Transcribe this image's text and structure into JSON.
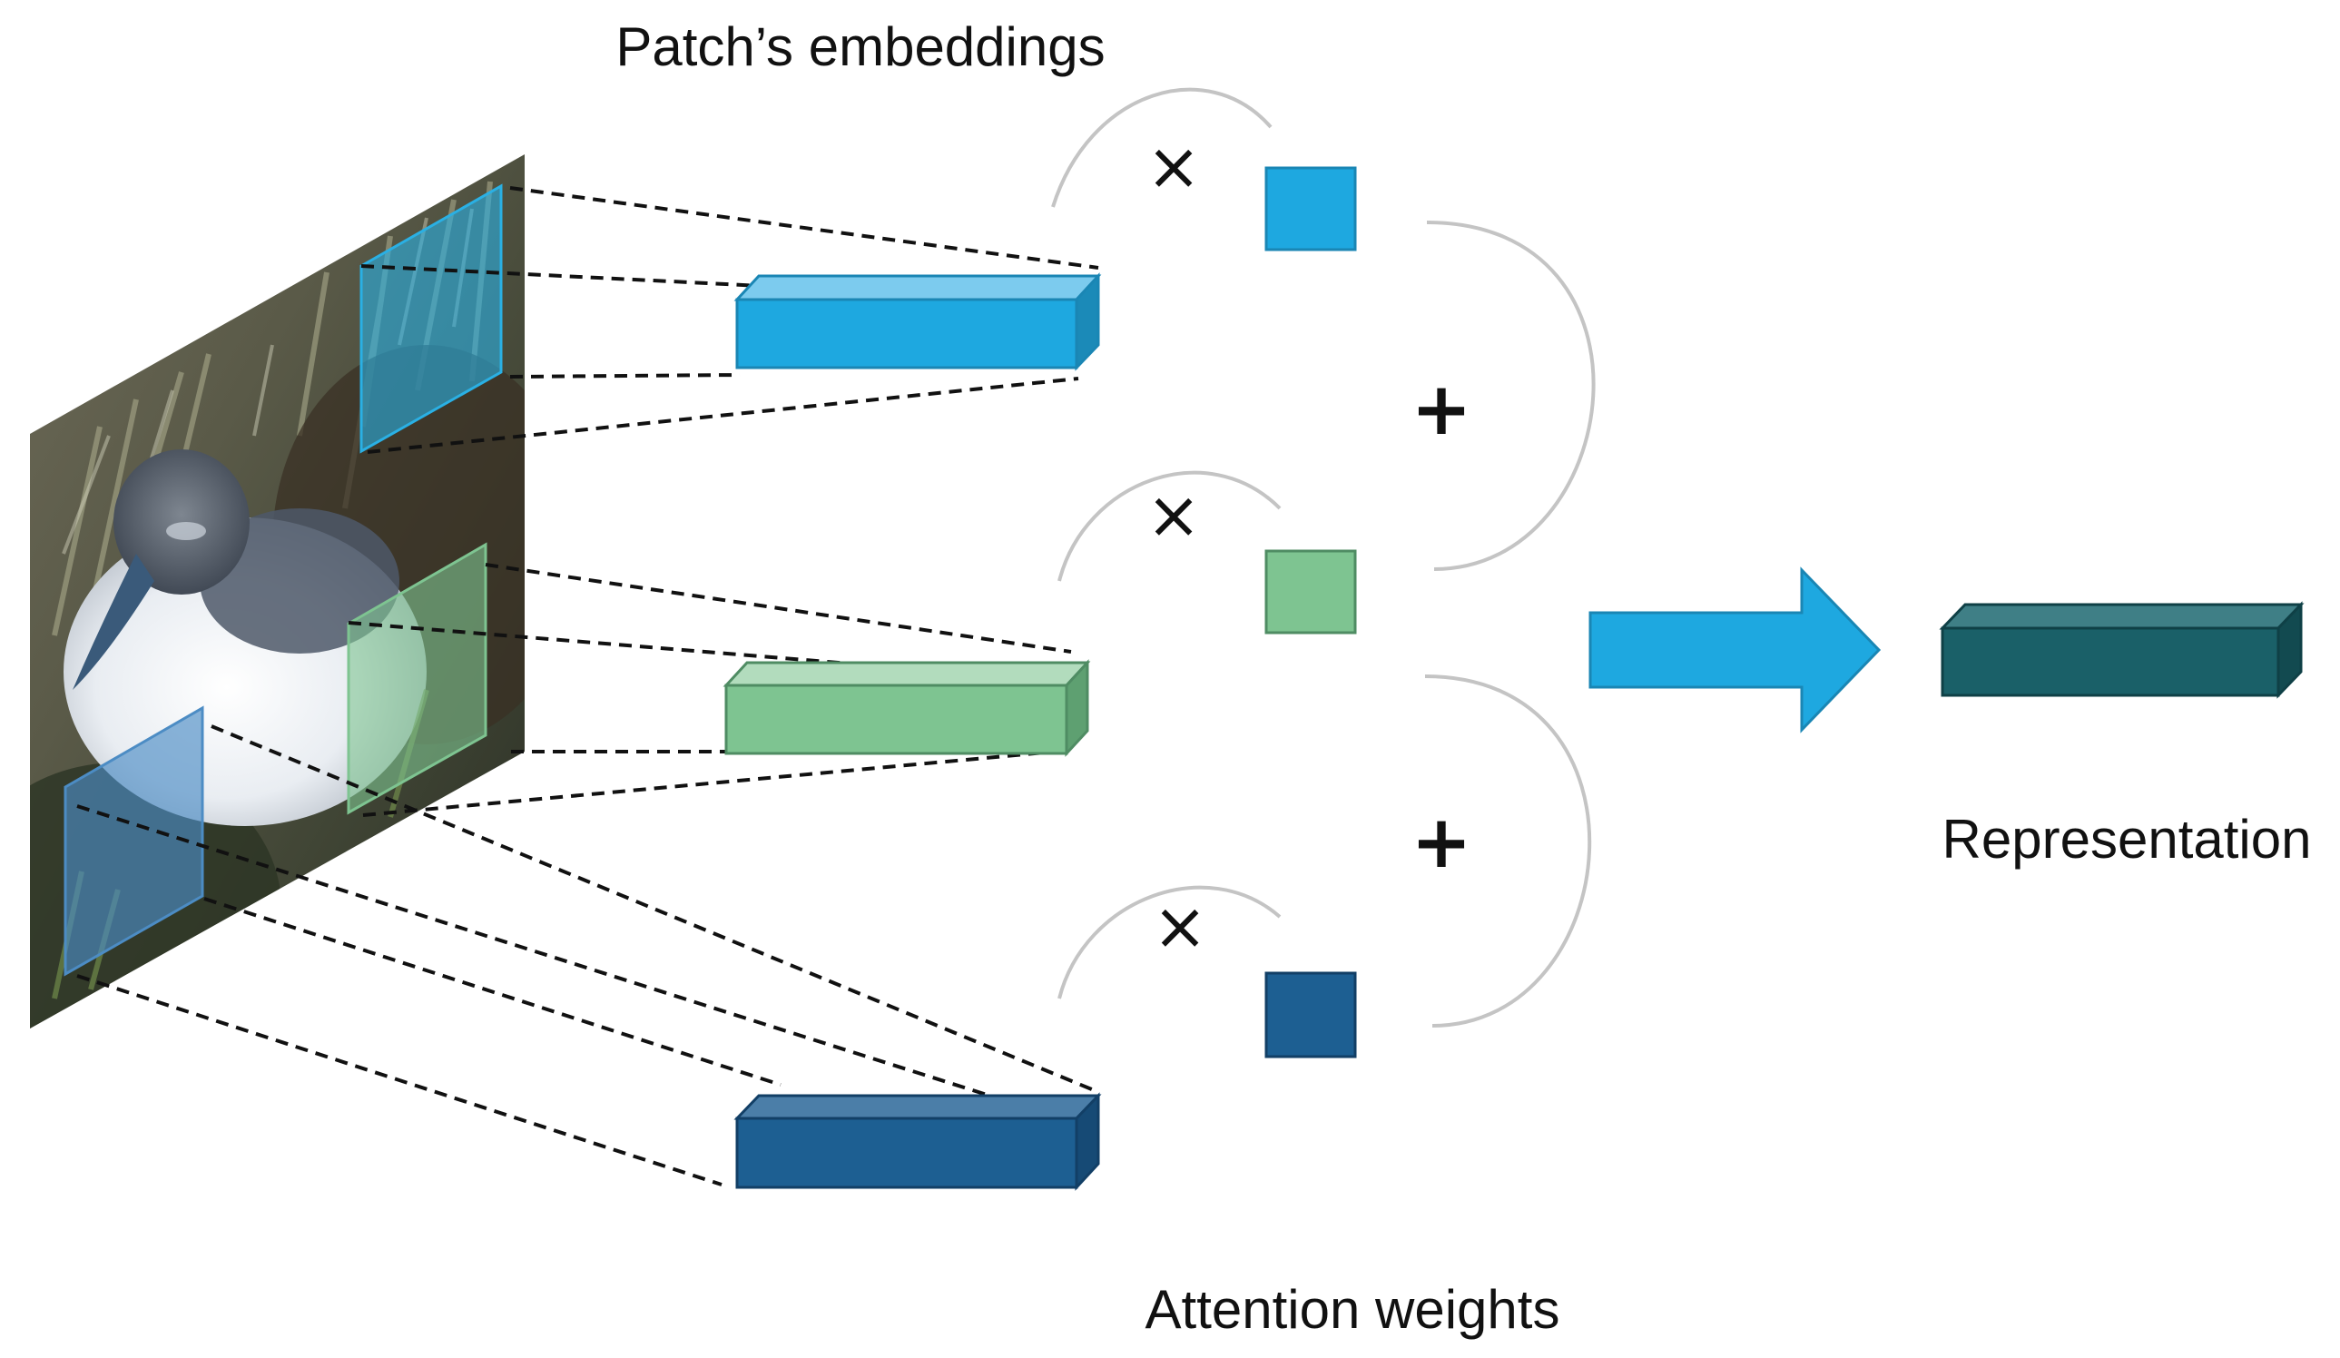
{
  "labels": {
    "patch_embeddings": "Patch’s embeddings",
    "attention_weights": "Attention weights",
    "representation": "Representation"
  },
  "operators": {
    "multiply": "×",
    "plus": "+"
  },
  "colors": {
    "patch_top": "#1ea8e0",
    "patch_middle": "#7ec491",
    "patch_bottom": "#1d5f92",
    "representation": "#1a6068",
    "arrow": "#1ea8e0",
    "arc": "#c4c4c4",
    "dashed": "#111111"
  },
  "image": {
    "subject": "bird-photo"
  }
}
